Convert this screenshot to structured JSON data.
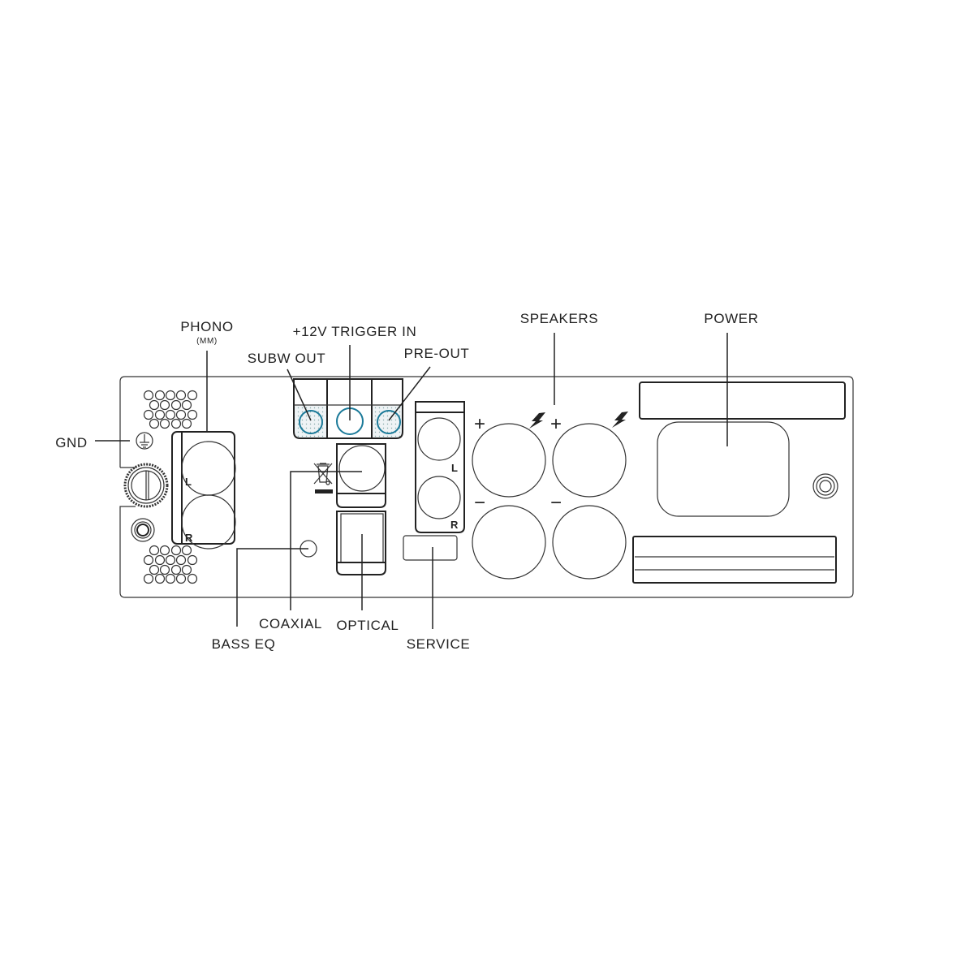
{
  "labels": {
    "phono": "PHONO",
    "phono_sub": "(MM)",
    "trigger": "+12V TRIGGER IN",
    "subw_out": "SUBW OUT",
    "pre_out": "PRE-OUT",
    "speakers": "SPEAKERS",
    "power": "POWER",
    "gnd": "GND",
    "bass_eq": "BASS EQ",
    "coaxial": "COAXIAL",
    "optical": "OPTICAL",
    "service": "SERVICE"
  },
  "channel_marks": {
    "left": "L",
    "right": "R"
  },
  "polarity": {
    "plus": "+",
    "minus": "−"
  },
  "colors": {
    "rca_ring": "#1b7a99",
    "line": "#222222"
  }
}
